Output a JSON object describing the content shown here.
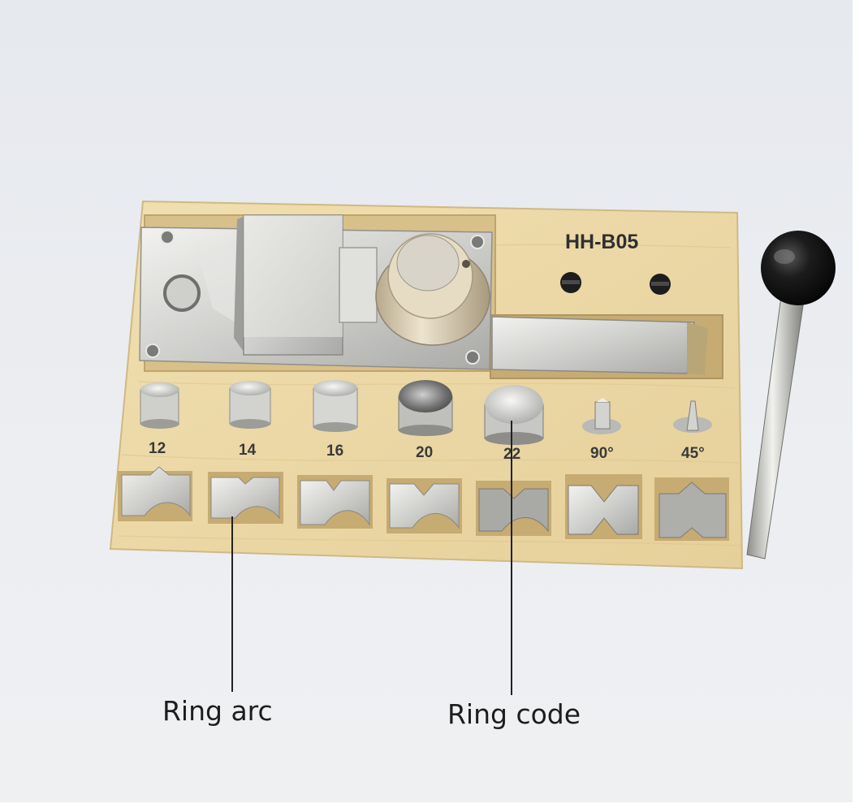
{
  "board": {
    "model_label": "HH-B05",
    "punch_labels": [
      "12",
      "14",
      "16",
      "20",
      "22",
      "90°",
      "45°"
    ]
  },
  "callouts": {
    "ring_arc": "Ring arc",
    "ring_code": "Ring code"
  },
  "colors": {
    "wood": "#ecd9a7",
    "metal": "#d9d9d6",
    "knob": "#151515",
    "background": "#e8ebef"
  }
}
